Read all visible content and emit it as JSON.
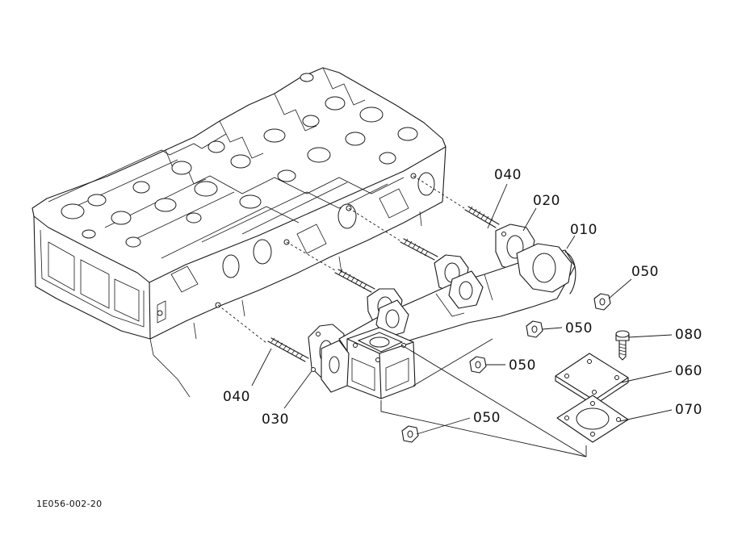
{
  "diagram_code": "1E056-002-20",
  "callouts": [
    {
      "id": "010",
      "text": "010"
    },
    {
      "id": "020",
      "text": "020"
    },
    {
      "id": "030",
      "text": "030"
    },
    {
      "id": "040a",
      "text": "040"
    },
    {
      "id": "040b",
      "text": "040"
    },
    {
      "id": "050a",
      "text": "050"
    },
    {
      "id": "050b",
      "text": "050"
    },
    {
      "id": "050c",
      "text": "050"
    },
    {
      "id": "050d",
      "text": "050"
    },
    {
      "id": "060",
      "text": "060"
    },
    {
      "id": "070",
      "text": "070"
    },
    {
      "id": "080",
      "text": "080"
    }
  ]
}
